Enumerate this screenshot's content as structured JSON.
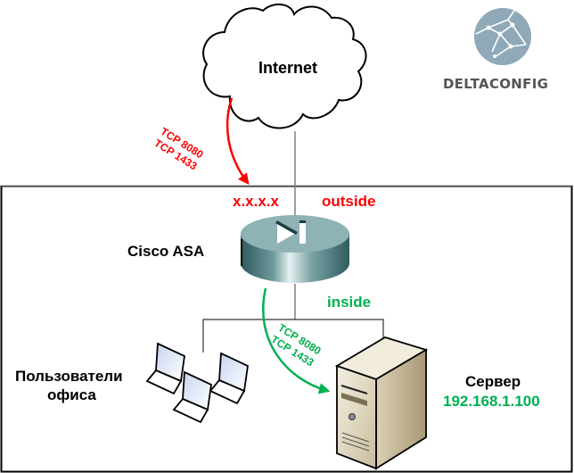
{
  "diagram": {
    "internet": {
      "label": "Internet"
    },
    "logo": {
      "brand": "DELTACONFIG",
      "color": "#8fa9b8"
    },
    "firewall": {
      "label": "Cisco ASA",
      "outside_ip": "x.x.x.x",
      "outside_label": "outside",
      "inside_label": "inside"
    },
    "inbound_flow": {
      "ports": [
        "TCP 8080",
        "TCP 1433"
      ],
      "color": "#ff0000"
    },
    "forwarded_flow": {
      "ports": [
        "TCP 8080",
        "TCP 1433"
      ],
      "color": "#00b050"
    },
    "users": {
      "label_line1": "Пользователи",
      "label_line2": "офиса"
    },
    "server": {
      "label": "Сервер",
      "ip": "192.168.1.100"
    }
  }
}
